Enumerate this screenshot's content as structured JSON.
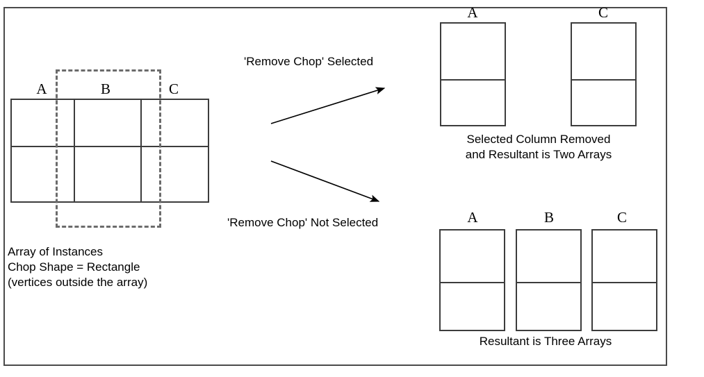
{
  "diagram": {
    "title_absent": true,
    "frame_color": "#4a4a4a",
    "line_color": "#3c3c3c",
    "dash_color": "#6b6b6b"
  },
  "source": {
    "labels": [
      "A",
      "B",
      "C"
    ],
    "caption_line1": "Array of Instances",
    "caption_line2": "Chop Shape = Rectangle",
    "caption_line3": "(vertices outside the array)",
    "columns": 3,
    "rows": 2,
    "chop_shape_name": "dashed-rectangle"
  },
  "arrows": {
    "top_label": "'Remove Chop' Selected",
    "bottom_label": "'Remove Chop' Not Selected"
  },
  "result_top": {
    "labels": [
      "A",
      "C"
    ],
    "caption_line1": "Selected Column Removed",
    "caption_line2": "and Resultant is Two Arrays",
    "array_count": 2,
    "rows_per_array": 2
  },
  "result_bottom": {
    "labels": [
      "A",
      "B",
      "C"
    ],
    "caption_line1": "Resultant is Three Arrays",
    "array_count": 3,
    "rows_per_array": 2
  }
}
